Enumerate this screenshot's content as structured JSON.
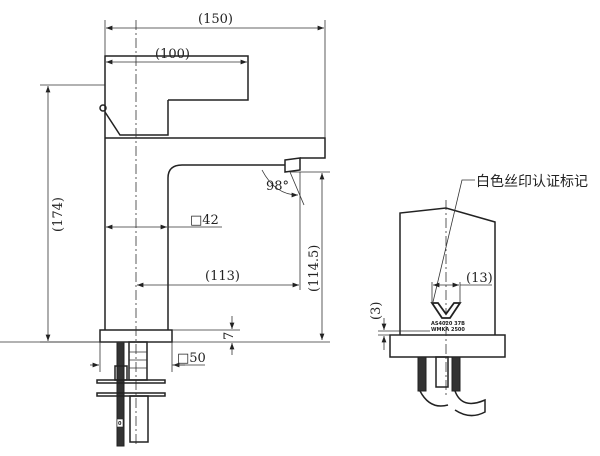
{
  "front_view": {
    "overall_width": "(150)",
    "lever_length": "(100)",
    "overall_height": "(174)",
    "body_size": "□42",
    "spout_reach": "(113)",
    "spout_height": "(114.5)",
    "spout_angle": "98°",
    "base_thickness": "7",
    "base_size": "□50",
    "shank_marker": "0"
  },
  "side_view": {
    "mark_label": "白色丝印认证标记",
    "mark_width": "(13)",
    "mark_offset": "(3)",
    "mark_line1": "AS4020 37B",
    "mark_line2": "WMKA 2500"
  }
}
